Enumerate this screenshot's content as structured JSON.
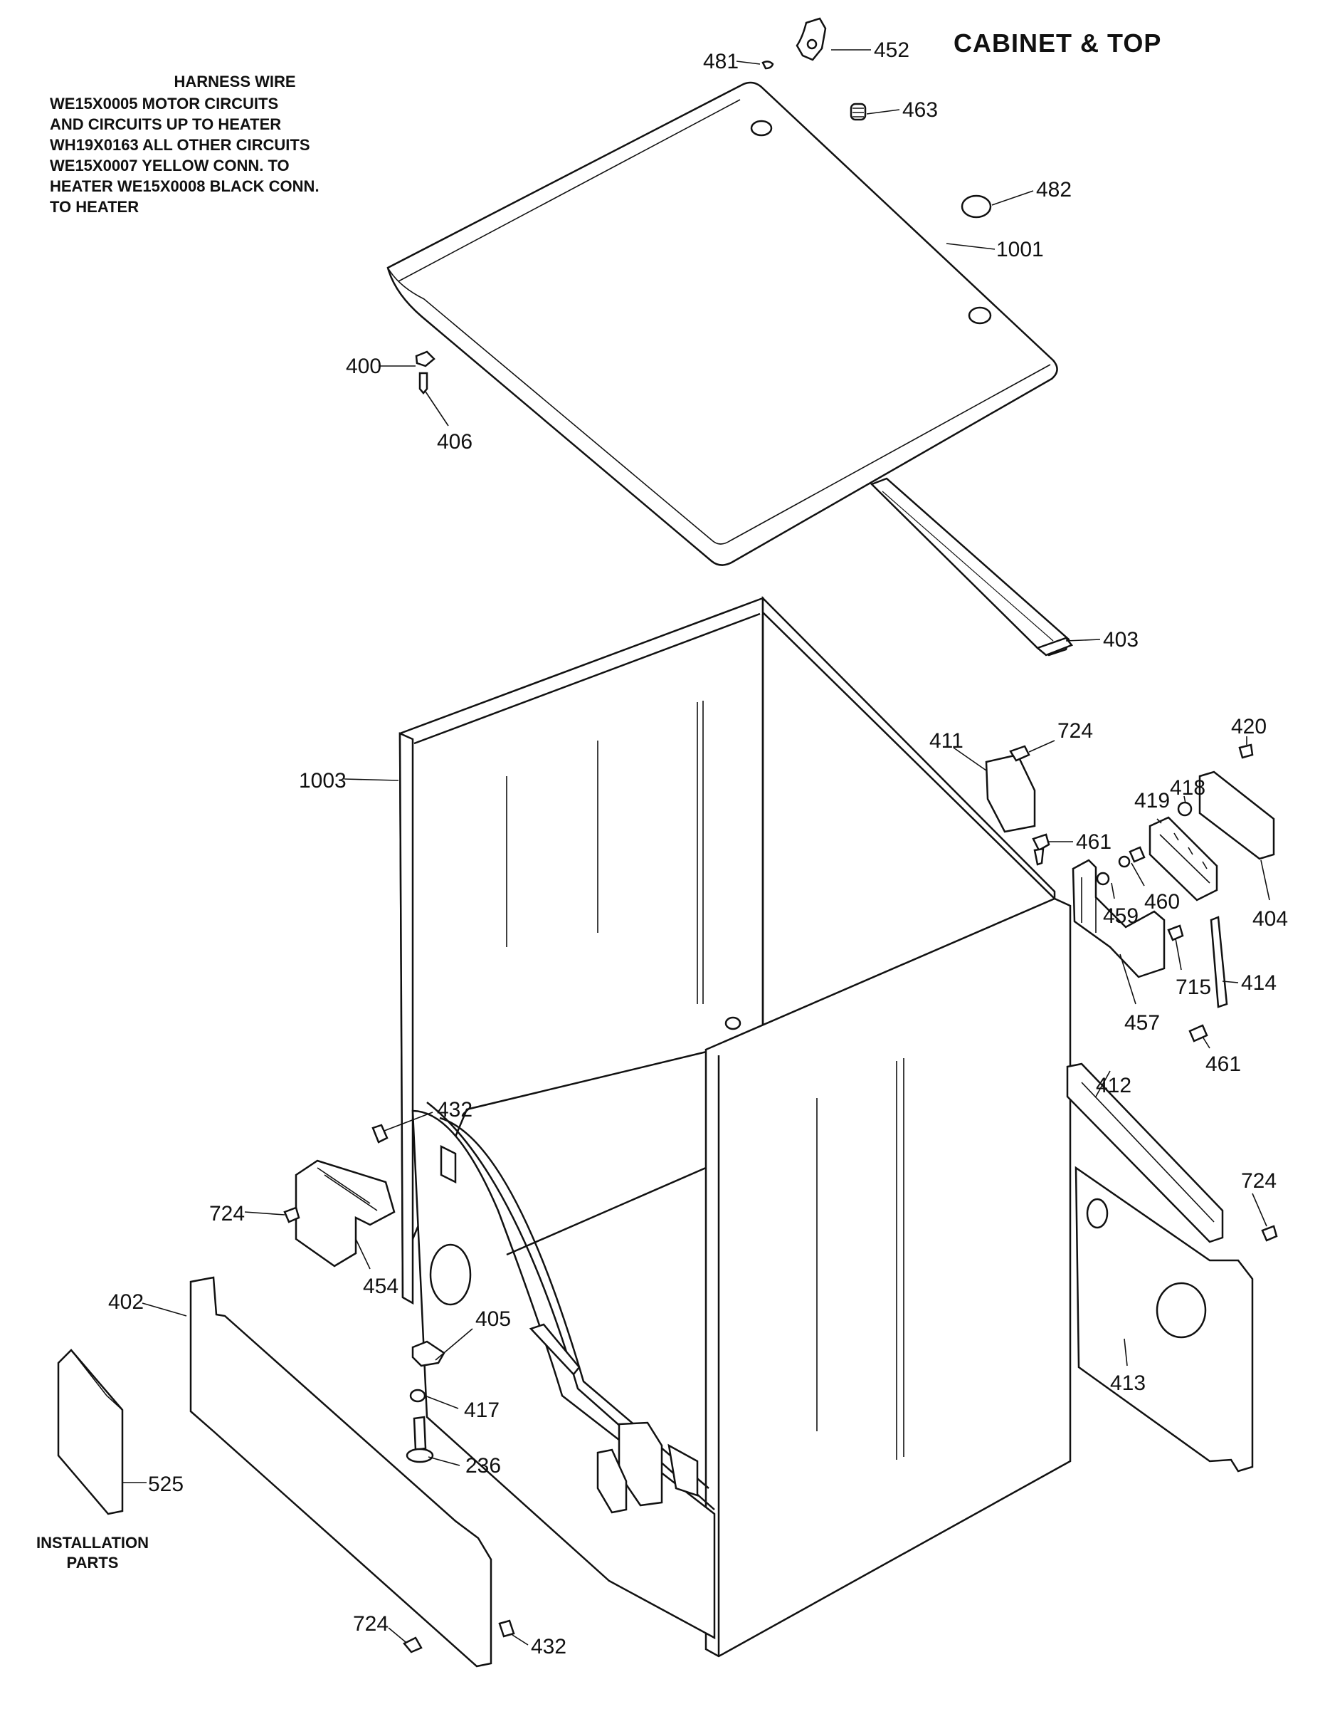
{
  "title": "CABINET & TOP",
  "harness": {
    "heading": "HARNESS WIRE",
    "lines": [
      "WE15X0005 MOTOR CIRCUITS",
      "AND CIRCUITS UP TO HEATER",
      "WH19X0163 ALL OTHER CIRCUITS",
      "WE15X0007 YELLOW CONN. TO",
      "HEATER WE15X0008 BLACK CONN.",
      "TO HEATER"
    ]
  },
  "installation_parts": [
    "INSTALLATION",
    "PARTS"
  ],
  "part_labels": {
    "p481": "481",
    "p452": "452",
    "p463": "463",
    "p482": "482",
    "p1001": "1001",
    "p400": "400",
    "p406": "406",
    "p403": "403",
    "p1003": "1003",
    "p411": "411",
    "p724a": "724",
    "p461a": "461",
    "p420": "420",
    "p418": "418",
    "p419": "419",
    "p404": "404",
    "p459": "459",
    "p460": "460",
    "p457": "457",
    "p715": "715",
    "p414": "414",
    "p461b": "461",
    "p412": "412",
    "p724b": "724",
    "p413": "413",
    "p432a": "432",
    "p724c": "724",
    "p454": "454",
    "p402": "402",
    "p405": "405",
    "p417": "417",
    "p236": "236",
    "p525": "525",
    "p724d": "724",
    "p432b": "432"
  }
}
